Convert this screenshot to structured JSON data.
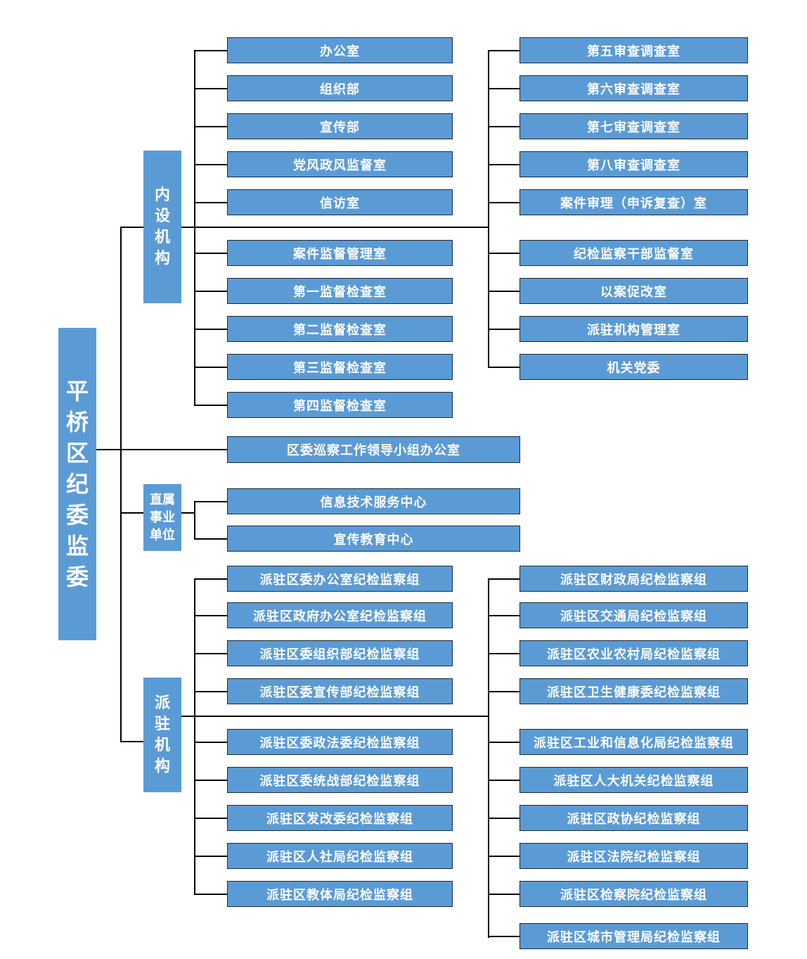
{
  "root": "平桥区纪委监委",
  "inspection_office": "区委巡察工作领导小组办公室",
  "internal": {
    "label": "内设机构",
    "left": [
      "办公室",
      "组织部",
      "宣传部",
      "党风政风监督室",
      "信访室",
      "案件监督管理室",
      "第一监督检查室",
      "第二监督检查室",
      "第三监督检查室",
      "第四监督检查室"
    ],
    "right": [
      "第五审查调查室",
      "第六审查调查室",
      "第七审查调查室",
      "第八审查调查室",
      "案件审理（申诉复查）室",
      "纪检监察干部监督室",
      "以案促改室",
      "派驻机构管理室",
      "机关党委"
    ]
  },
  "affiliated": {
    "label": "直属事业单位",
    "items": [
      "信息技术服务中心",
      "宣传教育中心"
    ]
  },
  "dispatched": {
    "label": "派驻机构",
    "left": [
      "派驻区委办公室纪检监察组",
      "派驻区政府办公室纪检监察组",
      "派驻区委组织部纪检监察组",
      "派驻区委宣传部纪检监察组",
      "派驻区委政法委纪检监察组",
      "派驻区委统战部纪检监察组",
      "派驻区发改委纪检监察组",
      "派驻区人社局纪检监察组",
      "派驻区教体局纪检监察组"
    ],
    "right": [
      "派驻区财政局纪检监察组",
      "派驻区交通局纪检监察组",
      "派驻区农业农村局纪检监察组",
      "派驻区卫生健康委纪检监察组",
      "派驻区工业和信息化局纪检监察组",
      "派驻区人大机关纪检监察组",
      "派驻区政协纪检监察组",
      "派驻区法院纪检监察组",
      "派驻区检察院纪检监察组",
      "派驻区城市管理局纪检监察组"
    ]
  },
  "colors": {
    "box": "#5b9bd5",
    "line": "#000000"
  }
}
